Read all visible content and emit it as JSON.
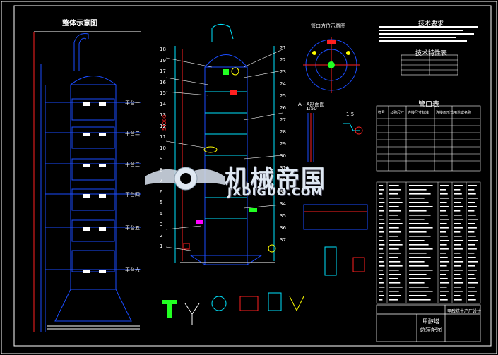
{
  "drawing": {
    "overall_title": "整体示意图",
    "platforms": [
      "平台一",
      "平台二",
      "平台三",
      "平台四",
      "平台五",
      "平台六"
    ],
    "nozzle_orientation_title": "管口方位示意图",
    "section_a_title": "A - A剖面图",
    "scale_label": "1:50",
    "detail_label": "1:5",
    "height_label": "54000",
    "tech_req_title": "技术要求",
    "tech_char_title": "技术特性表",
    "nozzle_table_title": "管口表",
    "nozzle_table_headers": [
      "符号",
      "公称尺寸",
      "连接尺寸标准",
      "连接面形式",
      "用途或名称"
    ],
    "title_block_name": "甲醇塔",
    "title_block_sub": "总装配图",
    "title_block_drawing": "甲醇塔生产厂设计",
    "callouts_left": [
      "18",
      "19",
      "17",
      "16",
      "15",
      "14",
      "13",
      "12",
      "11",
      "10",
      "9",
      "8",
      "7",
      "6",
      "5",
      "4",
      "3",
      "2",
      "1"
    ],
    "callouts_right": [
      "21",
      "22",
      "23",
      "24",
      "25",
      "26",
      "27",
      "28",
      "29",
      "30",
      "31",
      "32",
      "33",
      "34",
      "35",
      "36",
      "37"
    ]
  },
  "watermark": {
    "cn": "机械帝国",
    "en": "JXDIGUO.COM"
  },
  "colors": {
    "line": "#1a4cff",
    "cyan": "#00e5ff",
    "red": "#ff2020",
    "yellow": "#ffff00",
    "magenta": "#ff00ff",
    "green": "#22ff22",
    "white": "#ffffff"
  }
}
